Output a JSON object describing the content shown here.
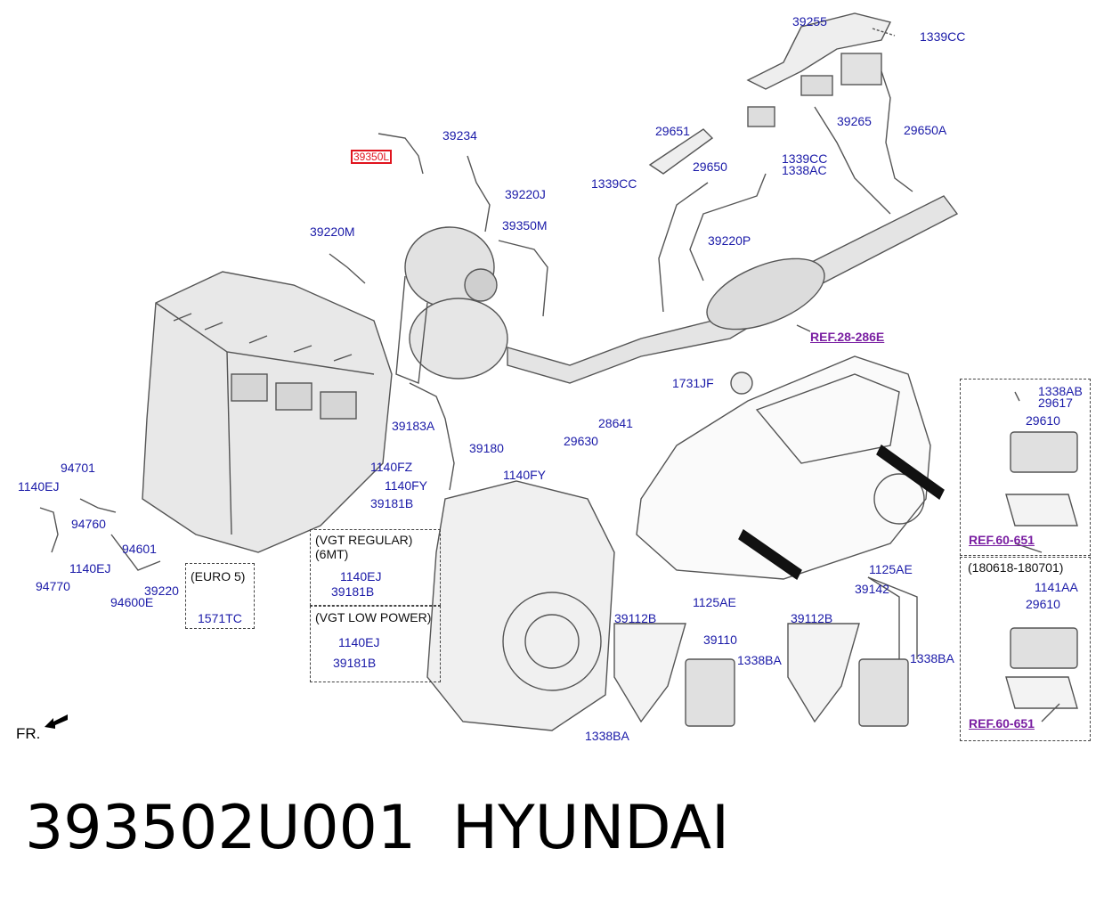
{
  "labels": {
    "p39255": "39255",
    "p1339CC_a": "1339CC",
    "p39234": "39234",
    "p39350_hl": "39350L",
    "p39220J": "39220J",
    "p29651": "29651",
    "p29650": "29650",
    "p1339CC_b": "1339CC",
    "p1339CC_c": "1339CC",
    "p1338AC": "1338AC",
    "p39265": "39265",
    "p29650A": "29650A",
    "p39350M": "39350M",
    "p39220M": "39220M",
    "p39220P": "39220P",
    "ref28": "REF.28-286E",
    "p1731JF": "1731JF",
    "p28641": "28641",
    "p29630": "29630",
    "p39183A": "39183A",
    "p39180": "39180",
    "p1140FZ": "1140FZ",
    "p1140FY_a": "1140FY",
    "p1140FY_b": "1140FY",
    "p39181B_a": "39181B",
    "p94701": "94701",
    "p1140EJ_a": "1140EJ",
    "p94760": "94760",
    "p94601": "94601",
    "p1140EJ_b": "1140EJ",
    "p94770": "94770",
    "p94600E": "94600E",
    "p39220": "39220",
    "euro5": "(EURO 5)",
    "p1571TC": "1571TC",
    "vgt_regular": "(VGT REGULAR)",
    "mt6": "(6MT)",
    "p1140EJ_c": "1140EJ",
    "p39181B_b": "39181B",
    "vgt_low": "(VGT LOW POWER)",
    "p1140EJ_d": "1140EJ",
    "p39181B_c": "39181B",
    "p1125AE_a": "1125AE",
    "p39112B_a": "39112B",
    "p39110": "39110",
    "p1338BA_a": "1338BA",
    "p1338BA_b": "1338BA",
    "p1125AE_b": "1125AE",
    "p39142": "39142",
    "p39112B_b": "39112B",
    "p1338BA_c": "1338BA",
    "p1338AB": "1338AB",
    "p29617": "29617",
    "p29610_a": "29610",
    "ref60_a": "REF.60-651",
    "date_range": "(180618-180701)",
    "p1141AA": "1141AA",
    "p29610_b": "29610",
    "ref60_b": "REF.60-651",
    "fr": "FR."
  },
  "caption": {
    "part_number": "393502U001",
    "brand": "HYUNDAI"
  },
  "colors": {
    "label": "#1a1aa8",
    "ref": "#7a1fa2",
    "highlight": "#e0141e",
    "line": "#555555"
  }
}
